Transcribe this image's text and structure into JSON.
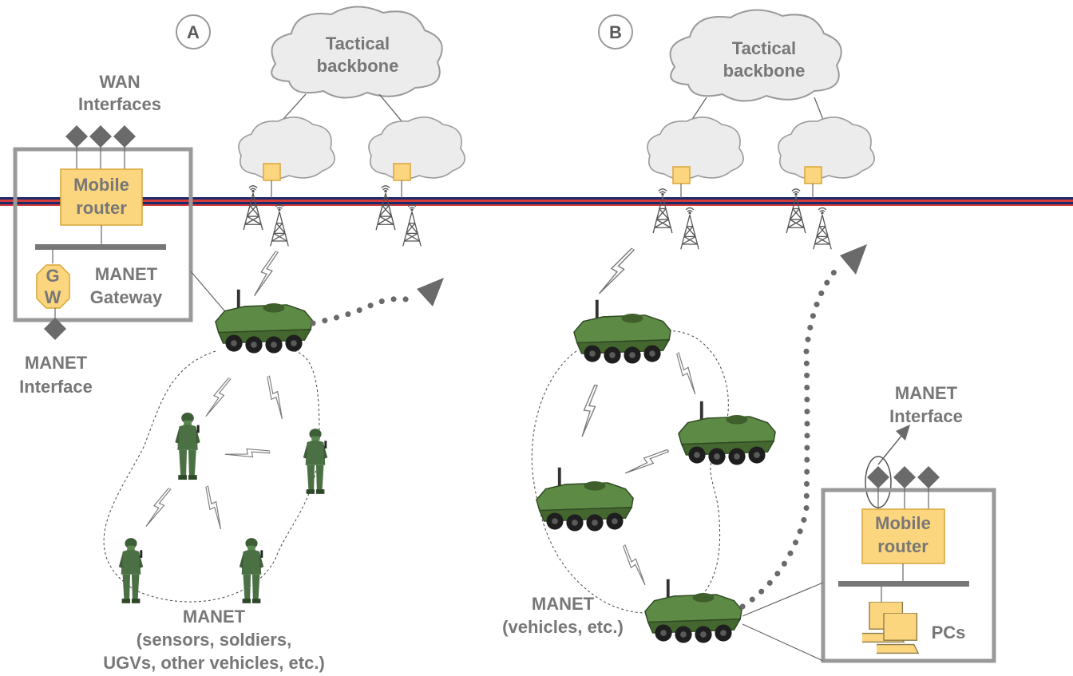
{
  "panels": {
    "a": {
      "marker": "A",
      "cloud_label": [
        "Tactical",
        "backbone"
      ],
      "wan_label": [
        "WAN",
        "Interfaces"
      ],
      "router_label": [
        "Mobile",
        "router"
      ],
      "gw_letters": [
        "G",
        "W"
      ],
      "gateway_label": [
        "MANET",
        "Gateway"
      ],
      "manet_interface_label": [
        "MANET",
        "Interface"
      ],
      "manet_label": [
        "MANET",
        "(sensors, soldiers,",
        "UGVs, other vehicles, etc.)"
      ]
    },
    "b": {
      "marker": "B",
      "cloud_label": [
        "Tactical",
        "backbone"
      ],
      "manet_interface_label": [
        "MANET",
        "Interface"
      ],
      "router_label": [
        "Mobile",
        "router"
      ],
      "pcs_label": "PCs",
      "manet_label": [
        "MANET",
        "(vehicles, etc.)"
      ]
    }
  },
  "colors": {
    "text": "#777777",
    "box_border": "#999999",
    "router_fill": "#fcd67e",
    "router_border": "#d9a63a",
    "cloud_fill": "#ececec",
    "cloud_stroke": "#9a9a9a",
    "diamond": "#6a6a6a",
    "bar": "#777777",
    "band_navy": "#1c2a6a",
    "band_red": "#d33b3b",
    "vehicle": "#4f7a3c",
    "soldier": "#4a7044",
    "arrow": "#6a6a6a"
  },
  "icons": [
    "cloud-icon",
    "tower-icon",
    "access-point-icon",
    "vehicle-icon",
    "soldier-icon",
    "laptop-icon",
    "diamond-interface-icon",
    "lightning-link-icon",
    "gateway-octagon-icon"
  ]
}
